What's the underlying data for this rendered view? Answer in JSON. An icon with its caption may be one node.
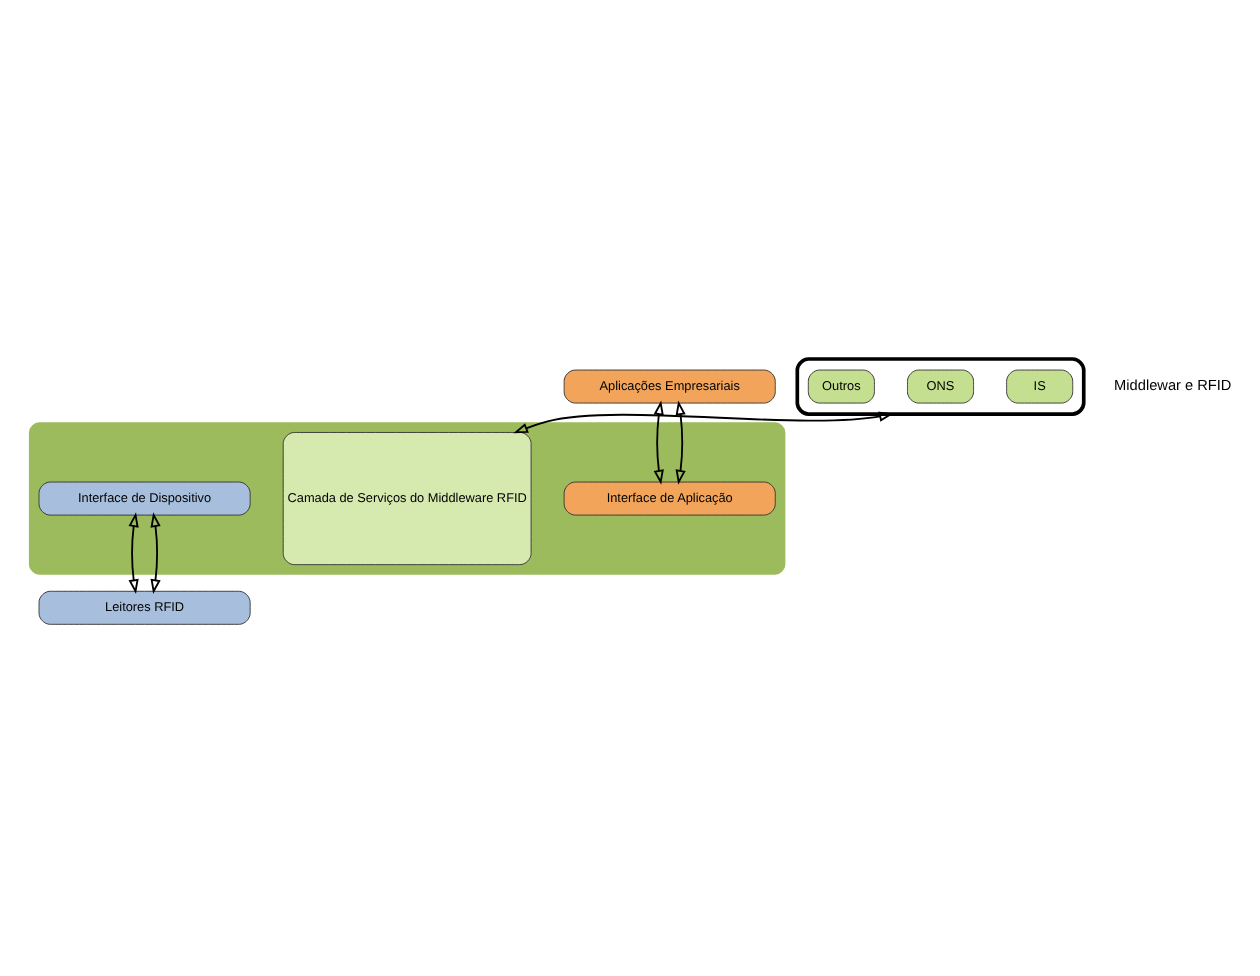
{
  "diagram": {
    "nodes": [
      {
        "text": [
          "Aplicações Empresariais"
        ]
      },
      {
        "text": [],
        "shape": "box"
      },
      {
        "text": [
          "Interface de Aplicação"
        ],
        "in": 1
      },
      {
        "text": [
          "Camada de Serviços do Middleware RFID"
        ],
        "in": 1
      },
      {
        "text": [
          "Interface de Dispositivo"
        ],
        "in": 1
      },
      {
        "text": [],
        "shape": "box"
      },
      {
        "text": [
          "IS"
        ],
        "in": 5
      },
      {
        "text": [
          "ONS"
        ],
        "in": 5
      },
      {
        "text": [
          "Outros"
        ],
        "in": 5
      },
      {
        "text": [
          "Leitores RFID"
        ]
      }
    ],
    "edges": [
      {
        "from": 0,
        "to": 2,
        "arrow": "both"
      },
      {
        "from": 0,
        "to": 2,
        "arrow": "both"
      },
      {
        "from": 3,
        "to": 5,
        "arrow": "both"
      },
      {
        "from": 4,
        "to": 9,
        "arrow": "both"
      },
      {
        "from": 4,
        "to": 9,
        "arrow": "both"
      }
    ],
    "labels": [
      "Middlewar e RFID"
    ]
  }
}
